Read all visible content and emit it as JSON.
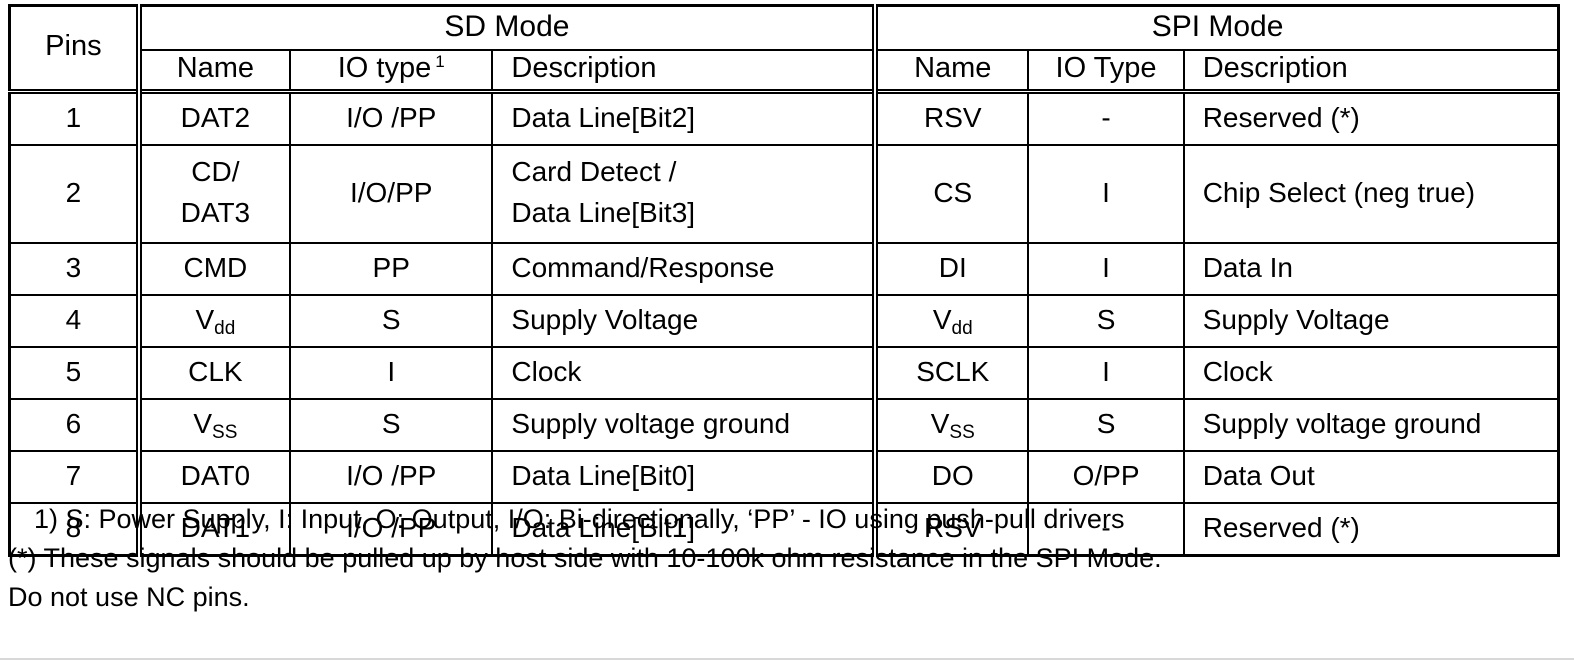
{
  "table": {
    "pins_header": "Pins",
    "groups": [
      {
        "label": "SD Mode"
      },
      {
        "label": "SPI Mode"
      }
    ],
    "subheaders": {
      "sd": {
        "name": "Name",
        "io_type": "IO type",
        "io_type_footnote": "1",
        "description": "Description"
      },
      "spi": {
        "name": "Name",
        "io_type": "IO Type",
        "description": "Description"
      }
    },
    "rows": [
      {
        "pin": "1",
        "sd": {
          "name": "DAT2",
          "name2": "",
          "io": "I/O /PP",
          "desc": "Data Line[Bit2]",
          "desc2": ""
        },
        "spi": {
          "name": "RSV",
          "io": "-",
          "desc": "Reserved (*)"
        }
      },
      {
        "pin": "2",
        "sd": {
          "name": "CD/",
          "name2": "DAT3",
          "io": "I/O/PP",
          "desc": "Card Detect /",
          "desc2": "Data Line[Bit3]"
        },
        "spi": {
          "name": "CS",
          "io": "I",
          "desc": "Chip Select (neg true)"
        }
      },
      {
        "pin": "3",
        "sd": {
          "name": "CMD",
          "name2": "",
          "io": "PP",
          "desc": "Command/Response",
          "desc2": ""
        },
        "spi": {
          "name": "DI",
          "io": "I",
          "desc": "Data In"
        }
      },
      {
        "pin": "4",
        "sd": {
          "name": "V",
          "name_sub": "dd",
          "name2": "",
          "io": "S",
          "desc": "Supply Voltage",
          "desc2": ""
        },
        "spi": {
          "name": "V",
          "name_sub": "dd",
          "io": "S",
          "desc": "Supply Voltage"
        }
      },
      {
        "pin": "5",
        "sd": {
          "name": "CLK",
          "name2": "",
          "io": "I",
          "desc": "Clock",
          "desc2": ""
        },
        "spi": {
          "name": "SCLK",
          "io": "I",
          "desc": "Clock"
        }
      },
      {
        "pin": "6",
        "sd": {
          "name": "V",
          "name_sub": "SS",
          "name2": "",
          "io": "S",
          "desc": "Supply voltage ground",
          "desc2": ""
        },
        "spi": {
          "name": "V",
          "name_sub": "SS",
          "io": "S",
          "desc": "Supply voltage ground"
        }
      },
      {
        "pin": "7",
        "sd": {
          "name": "DAT0",
          "name2": "",
          "io": "I/O /PP",
          "desc": "Data Line[Bit0]",
          "desc2": ""
        },
        "spi": {
          "name": "DO",
          "io": "O/PP",
          "desc": "Data Out"
        }
      },
      {
        "pin": "8",
        "sd": {
          "name": "DAT1",
          "name2": "",
          "io": "I/O /PP",
          "desc": "Data Line[Bit1]",
          "desc2": ""
        },
        "spi": {
          "name": "RSV",
          "io": "-",
          "desc": "Reserved (*)"
        }
      }
    ]
  },
  "notes": {
    "footnote_1": "1) S: Power Supply, I: Input, O: Output, I/O: Bi-directionally, ‘PP’ - IO using push-pull drivers",
    "footnote_asterisk": "(*) These signals should be pulled up by host side with 10-100k ohm resistance in the SPI Mode.",
    "footnote_nc": "Do not use NC pins."
  },
  "colors": {
    "text": "#000000",
    "background": "#ffffff",
    "border": "#000000"
  }
}
